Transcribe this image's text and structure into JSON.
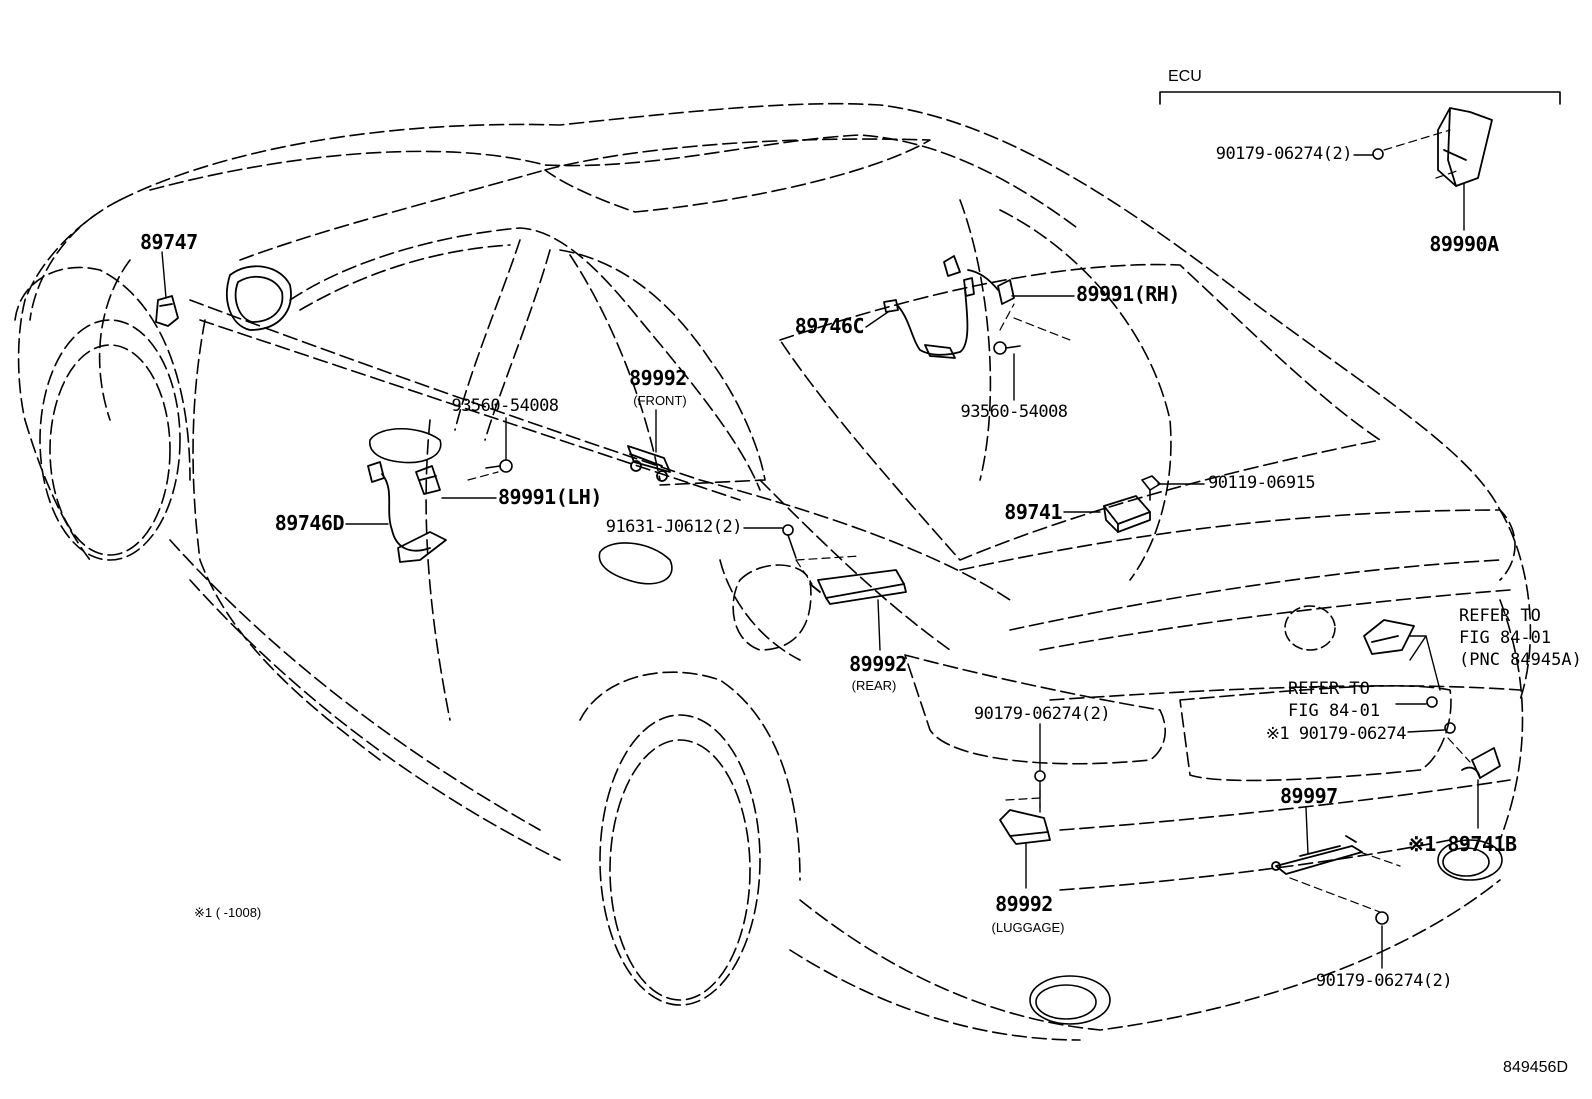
{
  "diagram": {
    "figure_id": "849456D",
    "ecu_bracket_label": "ECU",
    "footnote": "※1 (      -1008)"
  },
  "parts": {
    "p89747": "89747",
    "p89990A": "89990A",
    "p90179_ecu": "90179-06274(2)",
    "p89991RH": "89991(RH)",
    "p89746C": "89746C",
    "p93560_rh": "93560-54008",
    "p93560_lh": "93560-54008",
    "p89992_front": "89992",
    "front_note": "(FRONT)",
    "p89991LH": "89991(LH)",
    "p89746D": "89746D",
    "p91631": "91631-J0612(2)",
    "p89741": "89741",
    "p90119": "90119-06915",
    "p89992_rear": "89992",
    "rear_note": "(REAR)",
    "p90179_luggage": "90179-06274(2)",
    "p89992_luggage": "89992",
    "luggage_note": "(LUGGAGE)",
    "refer1": [
      "REFER TO",
      "FIG 84-01",
      "(PNC 84945A)"
    ],
    "refer2": [
      "REFER TO",
      "FIG 84-01"
    ],
    "p90179_star": "※1 90179-06274",
    "p89997": "89997",
    "p89741B": "※1 89741B",
    "p90179_bottom": "90179-06274(2)"
  },
  "colors": {
    "line": "#000000",
    "background": "#ffffff"
  }
}
